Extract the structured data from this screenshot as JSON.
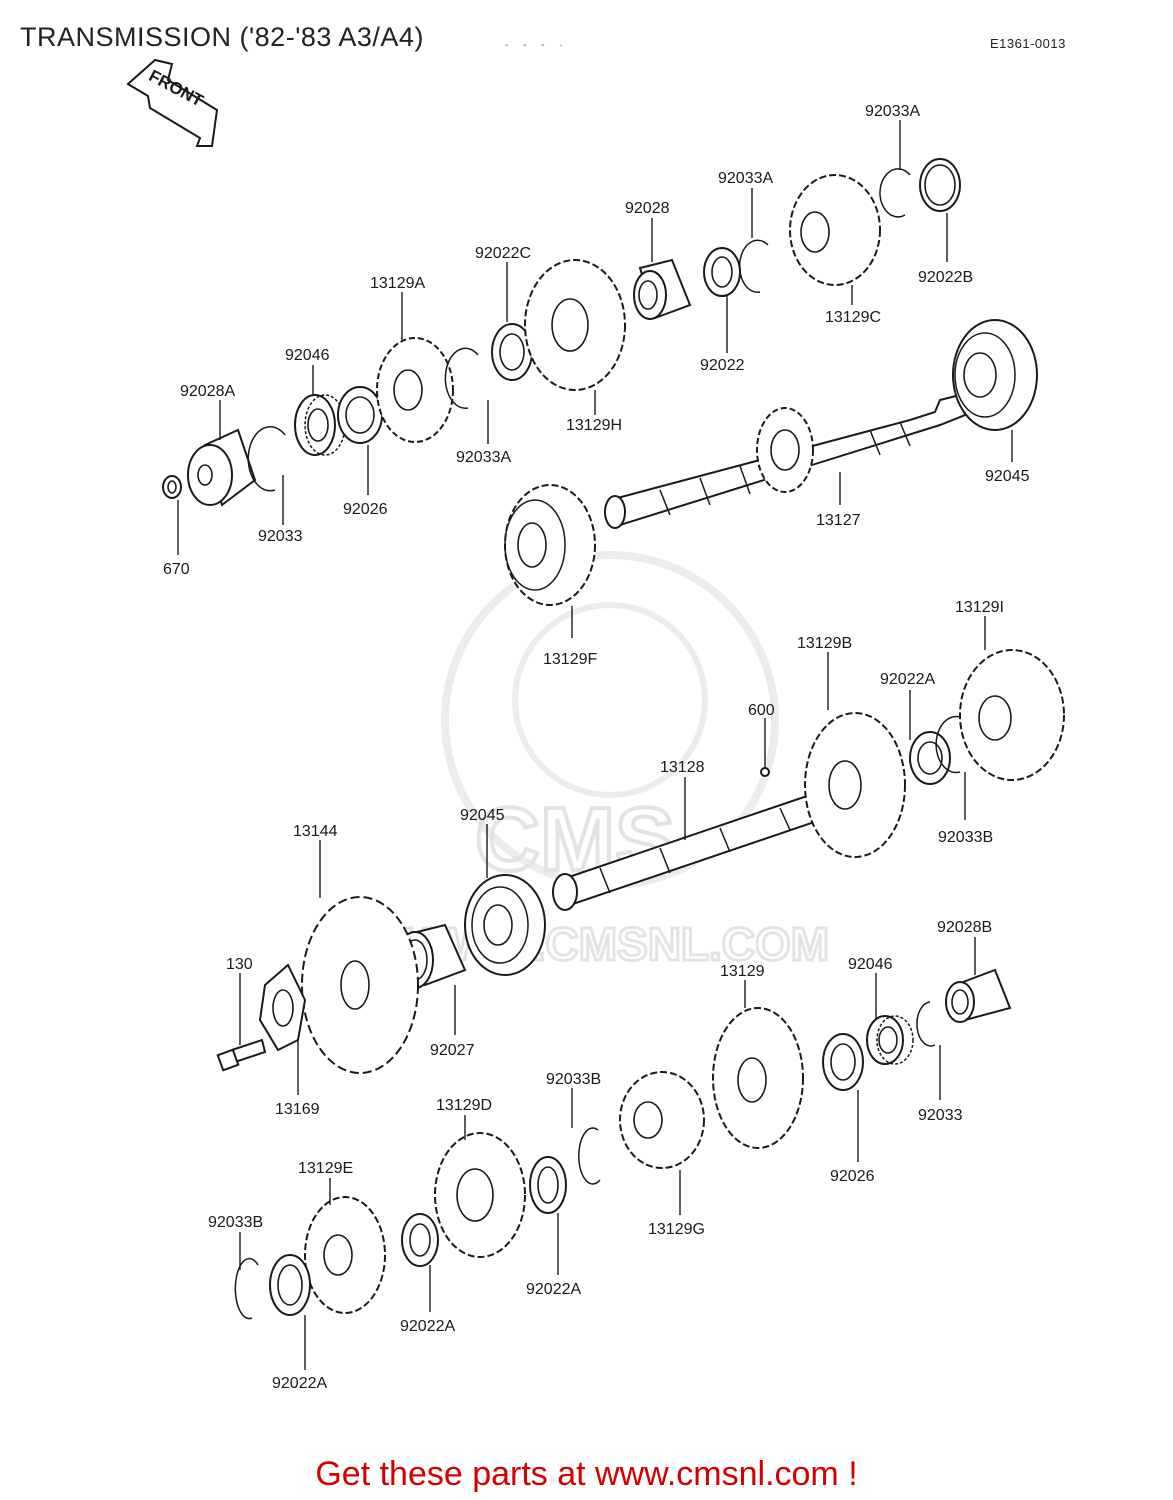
{
  "header": {
    "title": "TRANSMISSION ('82-'83 A3/A4)",
    "diagram_code": "E1361-0013",
    "front_label": "FRONT"
  },
  "watermark": {
    "text": "WWW.CMSNL.COM",
    "logo_text": "CMS"
  },
  "footer": {
    "cta": "Get these parts at www.cmsnl.com !"
  },
  "part_labels": [
    "92033A",
    "92033A",
    "92028",
    "92022B",
    "13129C",
    "92022C",
    "92022",
    "13129A",
    "92046",
    "13129H",
    "92033A",
    "92028A",
    "92045",
    "92033",
    "92026",
    "13127",
    "670",
    "13129F",
    "13129I",
    "13129B",
    "92022A",
    "600",
    "13128",
    "92033B",
    "92045",
    "13144",
    "92028B",
    "130",
    "92046",
    "13129",
    "92027",
    "13169",
    "92033",
    "92033B",
    "13129D",
    "92026",
    "13129E",
    "13129G",
    "92033B",
    "92022A",
    "92022A",
    "92022A"
  ],
  "colors": {
    "ink": "#1a1a1a",
    "cta": "#d40000",
    "watermark": "#e3e3e3"
  }
}
